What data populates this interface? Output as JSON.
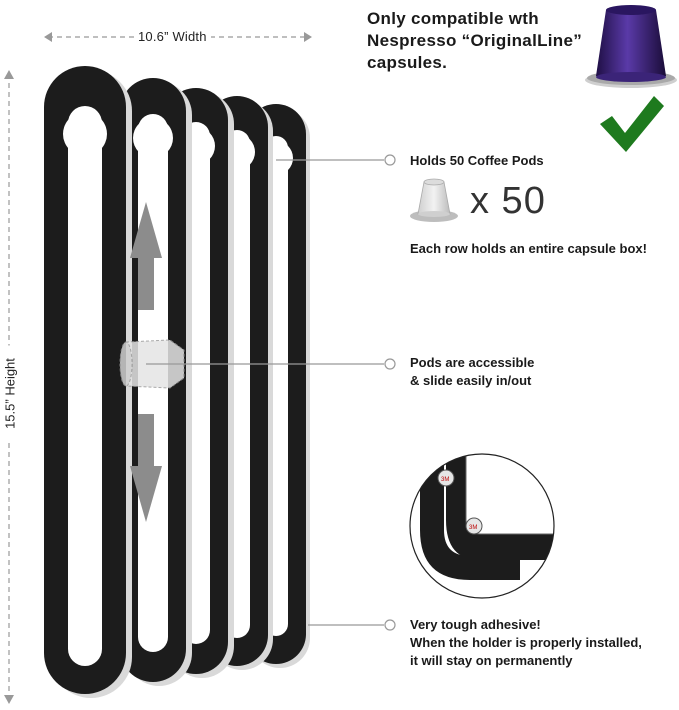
{
  "dimensions": {
    "width_label": "10.6” Width",
    "height_label": "15.5” Height"
  },
  "compatibility": {
    "lines": [
      "Only compatible wth",
      "Nespresso “OriginalLine”",
      "capsules."
    ],
    "capsule_color": "#3a1f6b",
    "check_color": "#1e7a1e"
  },
  "callouts": {
    "capacity_title": "Holds 50 Coffee Pods",
    "quantity": "x 50",
    "capacity_note": "Each row holds an entire capsule box!",
    "access": [
      "Pods are accessible",
      "& slide easily in/out"
    ],
    "adhesive": [
      "Very tough adhesive!",
      "When the holder is properly installed,",
      "it will stay on permanently"
    ]
  },
  "colors": {
    "holder": "#1c1c1c",
    "arrow": "#8a8a8a",
    "line": "#999999"
  }
}
